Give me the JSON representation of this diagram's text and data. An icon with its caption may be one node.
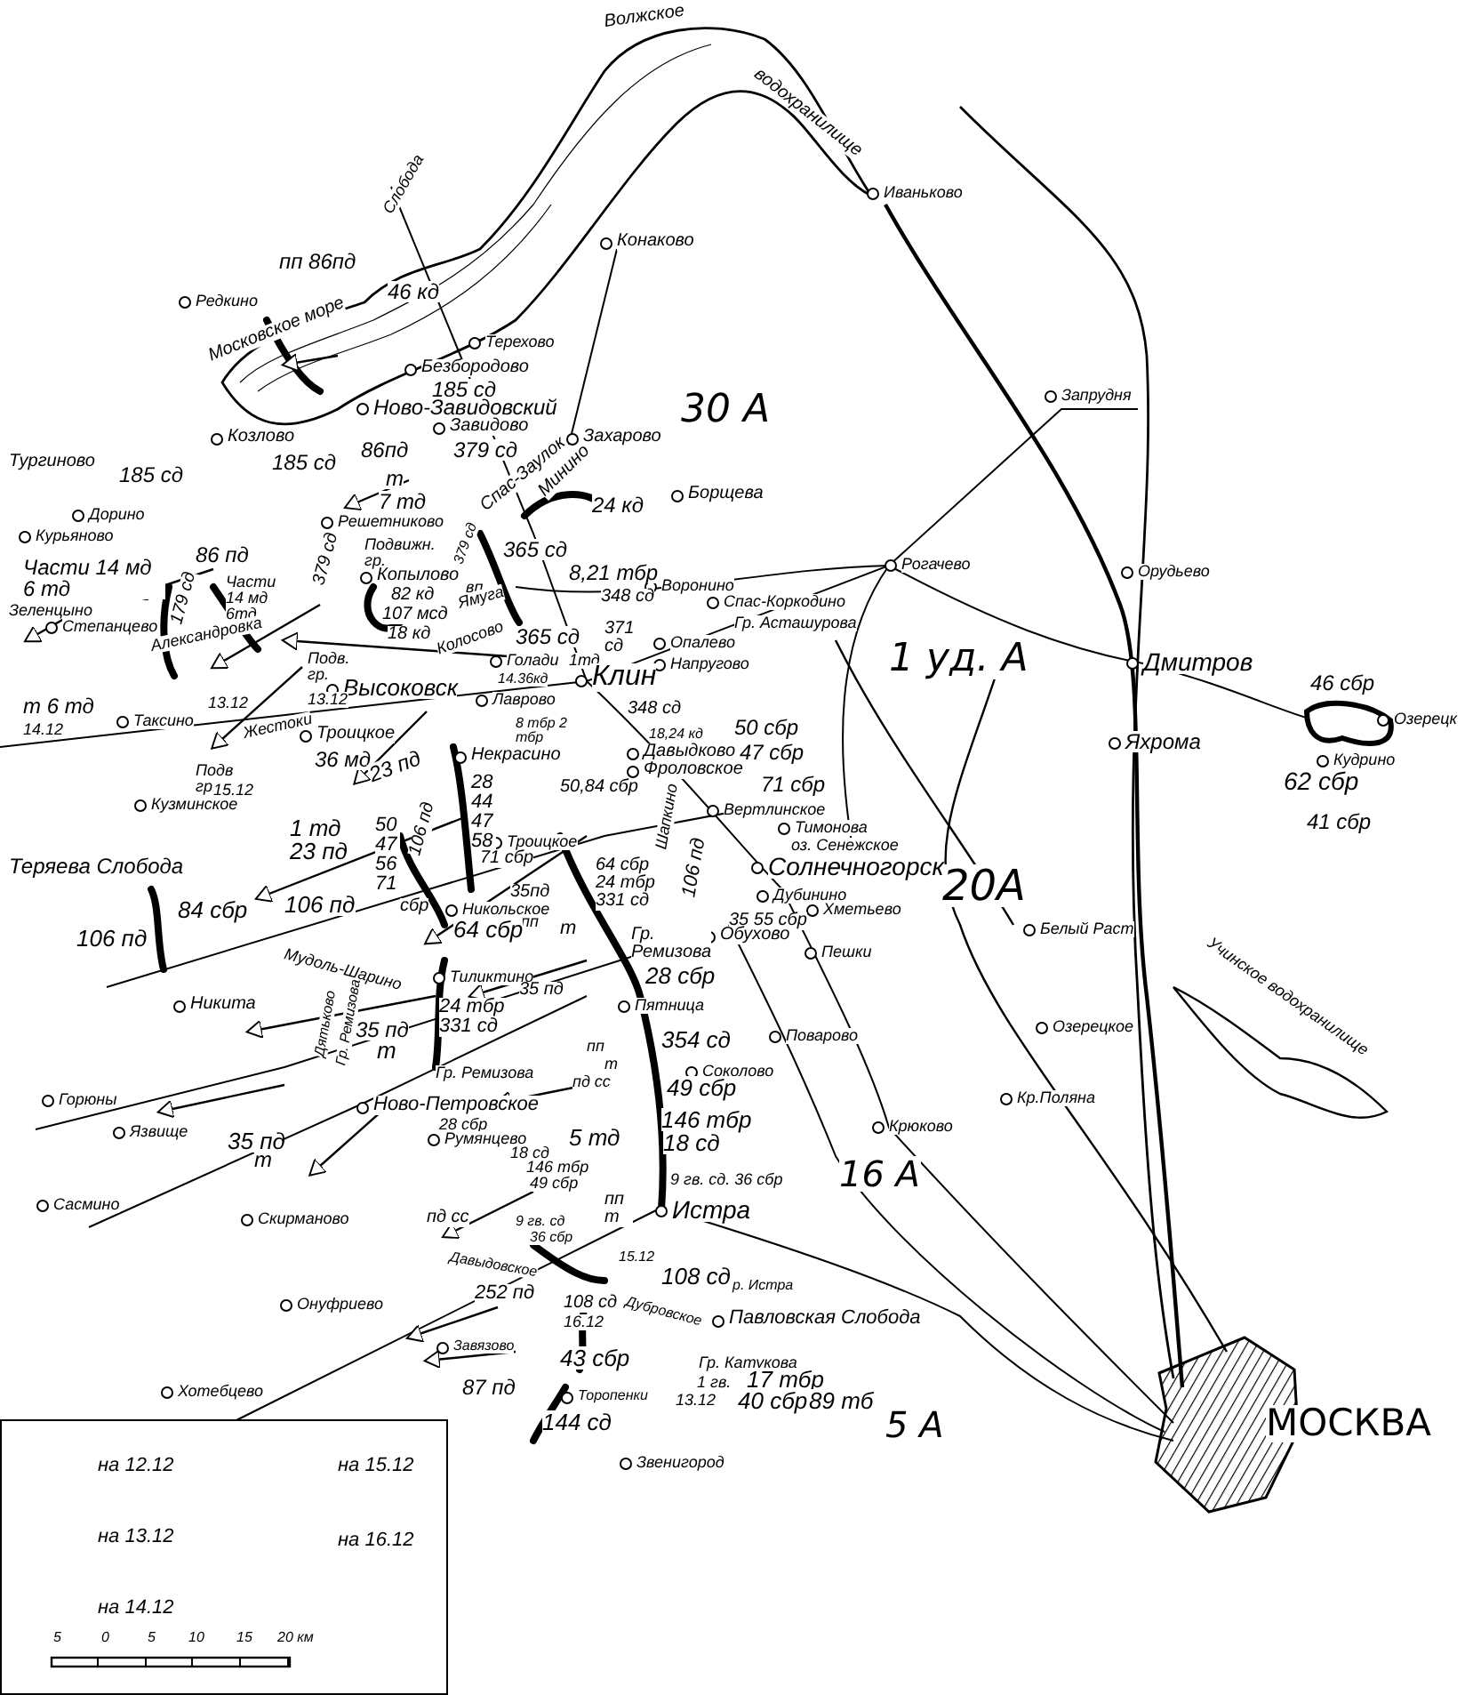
{
  "diagram": {
    "labels": [
      "Волжское",
      "водохранилище",
      "Иваньково",
      "Слобода",
      "Конаково",
      "пп 86пд",
      "46 кд",
      "Редкино",
      "Московское море",
      "Терехово",
      "Безбородово",
      "185 сд",
      "Запрудня",
      "Ново-Завидовский",
      "30 А",
      "Завидово",
      "Козлово",
      "Захарово",
      "86пд",
      "379 сд",
      "Тургиново",
      "185 сд",
      "Минино",
      "185 сд",
      "Спас-Заулок",
      "т",
      "Борщева",
      "24 кд",
      "7 тд",
      "Дорино",
      "379 сд",
      "Решетниково",
      "Курьяново",
      "Подвижн. гр.",
      "365 сд",
      "86 пд",
      "Рогачево",
      "Копылово",
      "Части 14 мд 6 тд",
      "Части 14 мд 6тд",
      "Орудьево",
      "8,21 тбр",
      "вп",
      "379 сд",
      "Воронино",
      "82 кд",
      "179 сд",
      "348 сд",
      "Спас-Коркодино",
      "Зеленцыно",
      "107 мсд",
      "Гр. Асташурова",
      "Ямуга",
      "371 сд",
      "Степанцево",
      "18 кд",
      "365 сд",
      "Колосово",
      "Александровка",
      "Опалево",
      "Голади",
      "Подв. гр.",
      "Напругово",
      "1тд",
      "1 уд. А",
      "Дмитров",
      "14.36кд",
      "Клин",
      "46 сбр",
      "Высоковск",
      "Лаврово",
      "13.12",
      "13.12",
      "т 6 тд",
      "348 сд",
      "Таксино",
      "Озерецк",
      "8 тбр 2 тбр",
      "14.12",
      "50 сбр",
      "Жестоки",
      "Троицкое",
      "18,24 кд",
      "Яхрома",
      "47 сбр",
      "Давыдково",
      "Некрасино",
      "36 мд",
      "Кудрино",
      "Фроловское",
      "23 пд",
      "Подв гр.",
      "28 44 47 58",
      "62 сбр",
      "71 сбр",
      "15.12",
      "50,84 сбр",
      "Кузминское",
      "Вертлинское",
      "41 сбр",
      "Тимонова",
      "1 тд",
      "50 47 56 71",
      "106 пд",
      "Троицкое",
      "оз. Сенежское",
      "23 пд",
      "Шапкино",
      "71 сбр",
      "Солнечногорск",
      "Теряева Слобода",
      "64 сбр",
      "24 тбр",
      "20А",
      "106 пд",
      "35пд",
      "Дубинино",
      "сбр",
      "331 сд",
      "106 пд",
      "Никольское",
      "84 сбр",
      "Хметьево",
      "пп",
      "35 55 сбр",
      "64 сбр",
      "т",
      "Белый Раст",
      "Гр. Ремизова",
      "Обухово",
      "106 пд",
      "Учинское водохранилище",
      "Мудоль-Шарино",
      "Пешки",
      "Тиликтино",
      "28 сбр",
      "35 пд",
      "Пятница",
      "Никита",
      "24 тбр",
      "331 сд",
      "Озерецкое",
      "35 пд",
      "Поварово",
      "354 сд",
      "пп",
      "Дятьково",
      "Гр. Ремизова",
      "т",
      "т",
      "Соколово",
      "Гр. Ремизова",
      "пд сс",
      "49 сбр",
      "Горюны",
      "Кр.Поляна",
      "Ново-Петровское",
      "146 тбр",
      "28 сбр",
      "Крюково",
      "Язвище",
      "Румянцево",
      "5 тд",
      "35 пд",
      "18 сд",
      "18 сд",
      "т",
      "146 тбр",
      "16 А",
      "9 гв. сд. 36 сбр",
      "49 сбр",
      "пп т",
      "Сасмино",
      "Истра",
      "пд сс",
      "Скирманово",
      "9 гв. сд",
      "36 сбр",
      "Давыдовское",
      "15.12",
      "108 сд",
      "р. Истра",
      "252 пд",
      "Дубровское",
      "108 сд",
      "Онуфриево",
      "Павловская Слобода",
      "16.12",
      "Завязово",
      "43 сбр",
      "Гр. Катукова",
      "17 тбр",
      "1 гв.",
      "87 пд",
      "Хотебцево",
      "Торопенки",
      "13.12",
      "40 сбр",
      "89 тб",
      "144 сд",
      "5 А",
      "МОСКВА",
      "Звенигород",
      "5",
      "0",
      "5",
      "10",
      "15",
      "20 км"
    ],
    "legend": [
      {
        "text": "на 12.12"
      },
      {
        "text": "на 13.12"
      },
      {
        "text": "на 14.12"
      },
      {
        "text": "на 15.12"
      },
      {
        "text": "на 16.12"
      }
    ]
  }
}
